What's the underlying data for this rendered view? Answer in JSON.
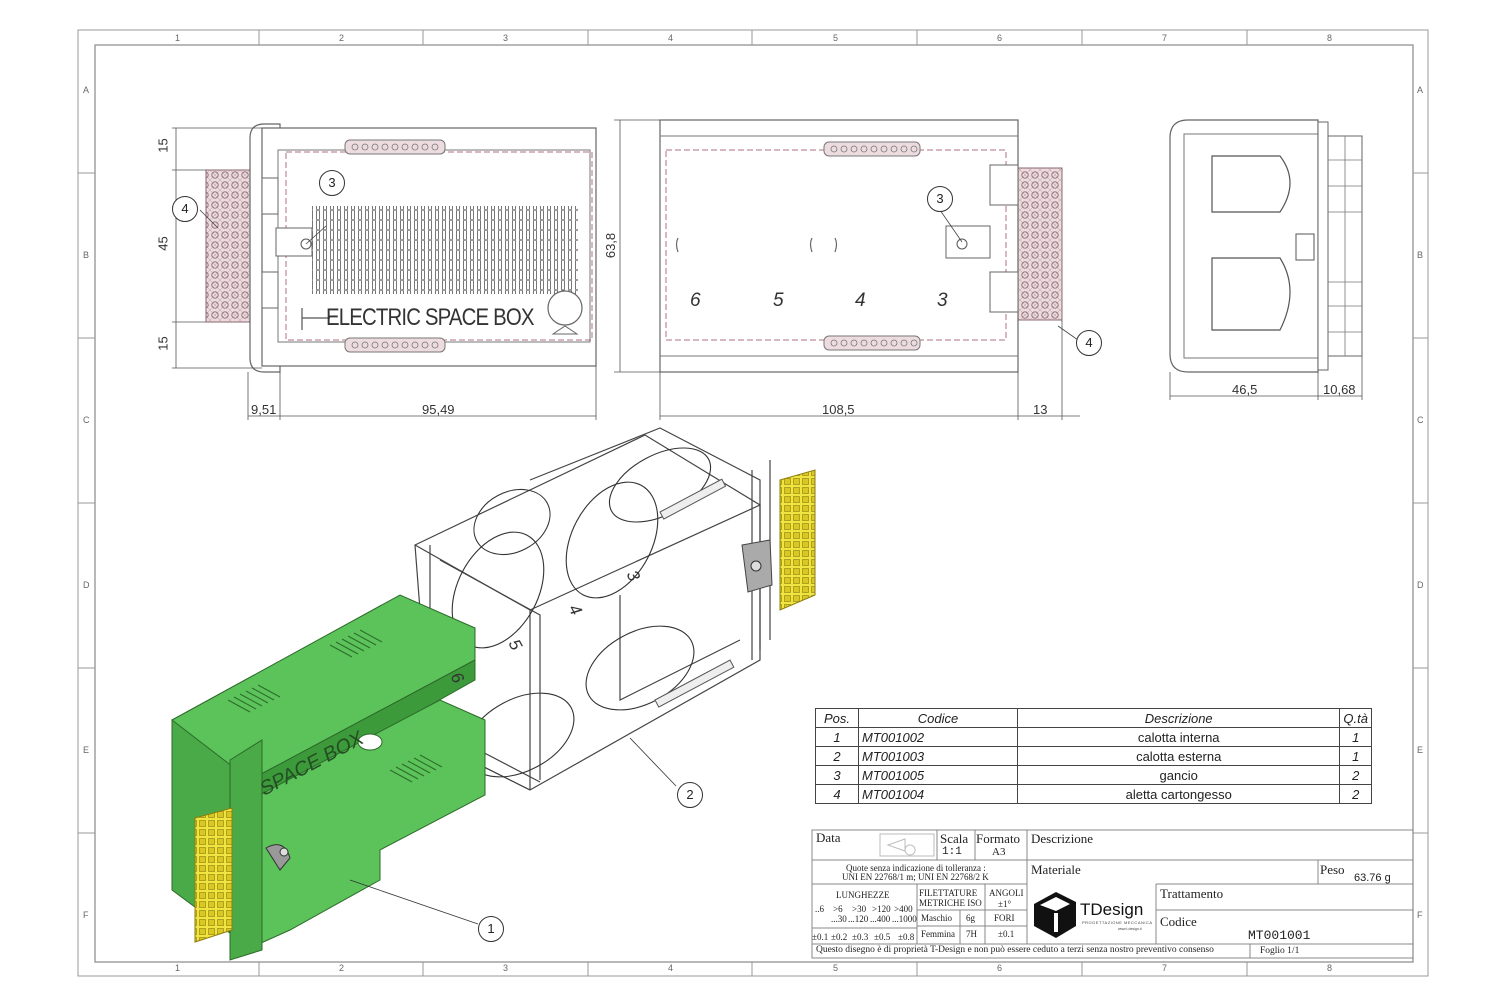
{
  "frame": {
    "zones_columns": [
      "1",
      "2",
      "3",
      "4",
      "5",
      "6",
      "7",
      "8"
    ],
    "zones_rows": [
      "A",
      "B",
      "C",
      "D",
      "E",
      "F"
    ]
  },
  "views": {
    "top": {
      "title_text": "ELECTRIC SPACE BOX",
      "dims": {
        "d15_top": "15",
        "d45": "45",
        "d15_bottom": "15",
        "d9_51": "9,51",
        "d95_49": "95,49"
      }
    },
    "front": {
      "dims": {
        "d63_8": "63,8",
        "d108_5": "108,5",
        "d13": "13"
      },
      "numbers": [
        "6",
        "5",
        "4",
        "3"
      ]
    },
    "side": {
      "dims": {
        "d46_5": "46,5",
        "d10_68": "10,68"
      }
    },
    "iso": {
      "numbers": [
        "6",
        "5",
        "4",
        "3"
      ],
      "label_text": "SPACE BOX"
    }
  },
  "balloons": {
    "b1": "1",
    "b2": "2",
    "b3a": "3",
    "b3b": "3",
    "b4a": "4",
    "b4b": "4"
  },
  "bom": {
    "headers": {
      "pos": "Pos.",
      "code": "Codice",
      "desc": "Descrizione",
      "qty": "Q.tà"
    },
    "rows": [
      {
        "pos": "1",
        "code": "MT001002",
        "desc": "calotta interna",
        "qty": "1"
      },
      {
        "pos": "2",
        "code": "MT001003",
        "desc": "calotta esterna",
        "qty": "1"
      },
      {
        "pos": "3",
        "code": "MT001005",
        "desc": "gancio",
        "qty": "2"
      },
      {
        "pos": "4",
        "code": "MT001004",
        "desc": "aletta cartongesso",
        "qty": "2"
      }
    ]
  },
  "title_block": {
    "data_label": "Data",
    "scala_label": "Scala",
    "scala_value": "1:1",
    "formato_label": "Formato",
    "formato_value": "A3",
    "descrizione_label": "Descrizione",
    "tolerance_note_1": "Quote senza indicazione di tolleranza :",
    "tolerance_note_2": "UNI EN 22768/1 m; UNI EN 22768/2 K",
    "materiale_label": "Materiale",
    "peso_label": "Peso",
    "peso_value": "63.76 g",
    "lunghezze_label": "LUNGHEZZE",
    "len_ranges_top": [
      "..6",
      ">6",
      ">30",
      ">120",
      ">400"
    ],
    "len_ranges_bottom": [
      "",
      "...30",
      "...120",
      "...400",
      "...1000"
    ],
    "len_tolerances": [
      "±0.1",
      "±0.2",
      "±0.3",
      "±0.5",
      "±0.8"
    ],
    "filettature_label": "FILETTATURE",
    "metriche_label": "METRICHE ISO",
    "maschio_label": "Maschio",
    "maschio_value": "6g",
    "femmina_label": "Femmina",
    "femmina_value": "7H",
    "angoli_label": "ANGOLI",
    "angoli_value": "±1°",
    "fori_label": "FORI",
    "fori_value": "±0.1",
    "logo_text": "TDesign",
    "logo_sub": "PROGETTAZIONE MECCANICA",
    "logo_url": "www.t-design.it",
    "trattamento_label": "Trattamento",
    "codice_label": "Codice",
    "codice_value": "MT001001",
    "foglio": "Foglio 1/1",
    "disclaimer": "Questo disegno è di proprietà T-Design e non può essere ceduto a terzi senza nostro preventivo consenso"
  },
  "colors": {
    "green": "#63c45f",
    "yellow": "#e8dc36",
    "outline": "#555555",
    "hidden": "#b07080"
  }
}
